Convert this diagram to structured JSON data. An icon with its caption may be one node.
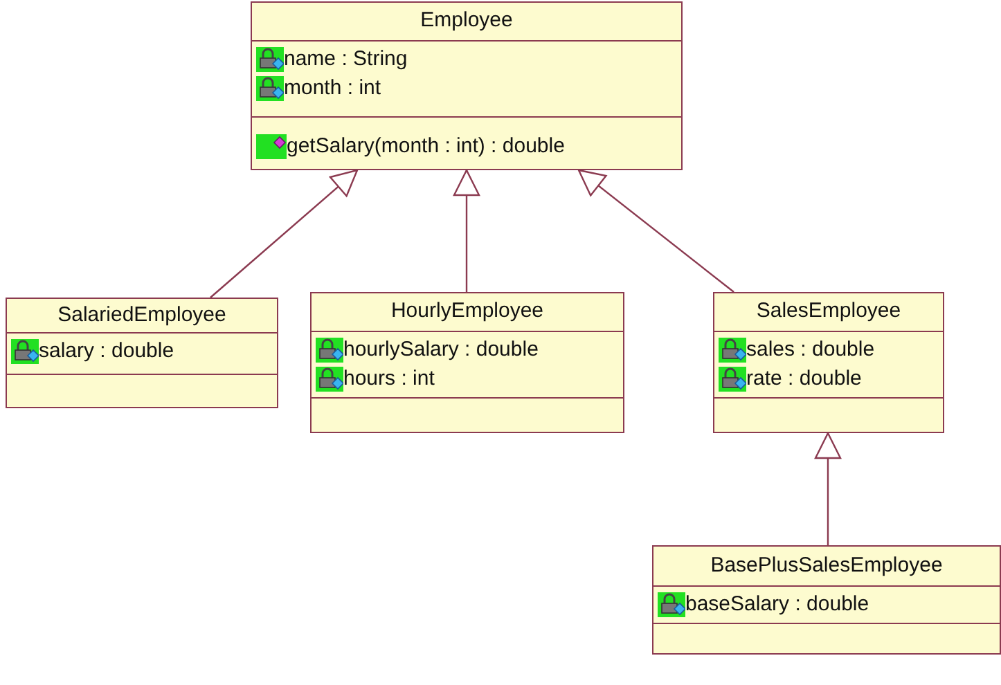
{
  "diagram": {
    "nodes": [
      {
        "text": [
          "Employee"
        ]
      },
      {
        "text": [
          "name : String",
          "month : int"
        ],
        "in": 0
      },
      {
        "text": [
          "getSalary(month : int) : double"
        ],
        "in": 0
      },
      {
        "text": [
          "SalariedEmployee"
        ]
      },
      {
        "text": [
          "salary : double"
        ],
        "in": 3
      },
      {
        "text": [],
        "shape": "box",
        "in": 3
      },
      {
        "text": [
          "HourlyEmployee"
        ]
      },
      {
        "text": [
          "hourlySalary : double",
          "hours : int"
        ],
        "in": 6
      },
      {
        "text": [],
        "shape": "box",
        "in": 6
      },
      {
        "text": [
          "SalesEmployee"
        ]
      },
      {
        "text": [
          "sales : double",
          "rate : double"
        ],
        "in": 9
      },
      {
        "text": [],
        "shape": "box",
        "in": 9
      },
      {
        "text": [
          "BasePlusSalesEmployee"
        ]
      },
      {
        "text": [
          "baseSalary : double"
        ],
        "in": 12
      },
      {
        "text": [],
        "shape": "box",
        "in": 12
      }
    ],
    "edges": [
      {
        "from": 3,
        "to": 0,
        "arrow": "to"
      },
      {
        "from": 6,
        "to": 0,
        "arrow": "to"
      },
      {
        "from": 9,
        "to": 0,
        "arrow": "to"
      },
      {
        "from": 12,
        "to": 9,
        "arrow": "to"
      }
    ]
  }
}
